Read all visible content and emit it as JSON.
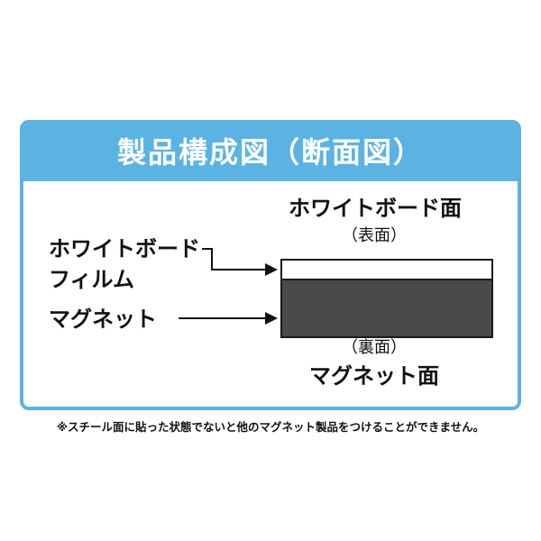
{
  "title": "製品構成図（断面図）",
  "labels": {
    "film_line1": "ホワイトボード",
    "film_line2": "フィルム",
    "magnet": "マグネット"
  },
  "faces": {
    "top": "ホワイトボード面",
    "top_sub": "（表面）",
    "bottom_sub": "（裏面）",
    "bottom": "マグネット面"
  },
  "footnote": "※スチール面に貼った状態でないと他のマグネット製品をつけることができません。",
  "colors": {
    "accent": "#5ab3e3",
    "magnet_layer": "#4a4a4a",
    "film_layer": "#ffffff"
  }
}
